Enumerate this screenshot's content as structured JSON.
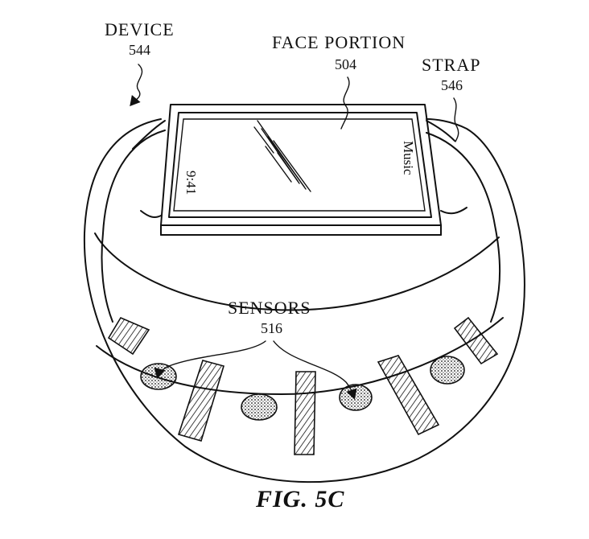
{
  "labels": {
    "device": {
      "name": "DEVICE",
      "ref": "544"
    },
    "face_portion": {
      "name": "FACE PORTION",
      "ref": "504"
    },
    "strap": {
      "name": "STRAP",
      "ref": "546"
    },
    "sensors": {
      "name": "SENSORS",
      "ref": "516"
    }
  },
  "screen": {
    "time": "9:41",
    "app": "Music"
  },
  "caption": "FIG. 5C",
  "colors": {
    "ink": "#111111",
    "paper": "#ffffff"
  }
}
